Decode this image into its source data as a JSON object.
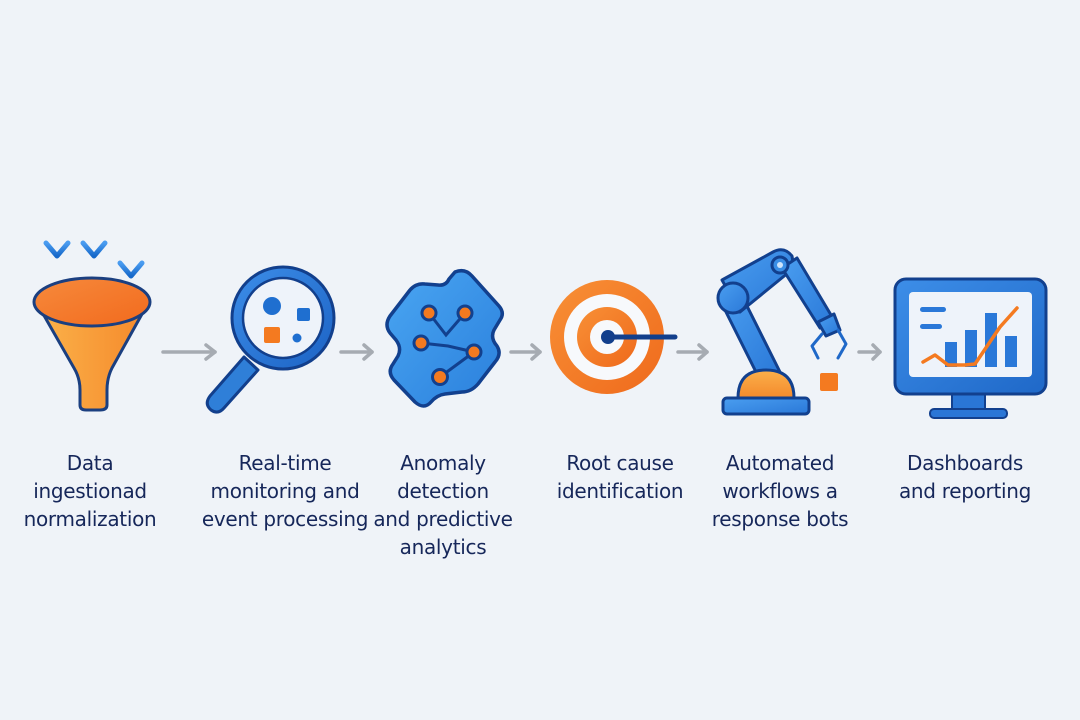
{
  "diagram": {
    "type": "process-flow",
    "colors": {
      "background": "#eff3f8",
      "primary_blue": "#2f7fd8",
      "dark_blue": "#0f4aa0",
      "orange": "#f47a20",
      "arrow_gray": "#a6abb2",
      "text": "#16275a"
    },
    "steps": [
      {
        "icon": "funnel-icon",
        "label": "Data\ningestionad\nnormalization"
      },
      {
        "icon": "magnifier-icon",
        "label": "Real-time\nmonitoring and\nevent processing"
      },
      {
        "icon": "neural-network-icon",
        "label": "Anomaly\ndetection\nand predictive\nanalytics"
      },
      {
        "icon": "target-icon",
        "label": "Root cause\nidentification"
      },
      {
        "icon": "robot-arm-icon",
        "label": "Automated\nworkflows a\nresponse bots"
      },
      {
        "icon": "dashboard-monitor-icon",
        "label": "Dashboards\nand reporting"
      }
    ],
    "connectors": [
      {
        "from": 0,
        "to": 1,
        "icon": "arrow-right-icon"
      },
      {
        "from": 1,
        "to": 2,
        "icon": "arrow-right-icon"
      },
      {
        "from": 2,
        "to": 3,
        "icon": "arrow-right-icon"
      },
      {
        "from": 3,
        "to": 4,
        "icon": "arrow-right-icon"
      },
      {
        "from": 4,
        "to": 5,
        "icon": "arrow-right-icon"
      }
    ]
  }
}
